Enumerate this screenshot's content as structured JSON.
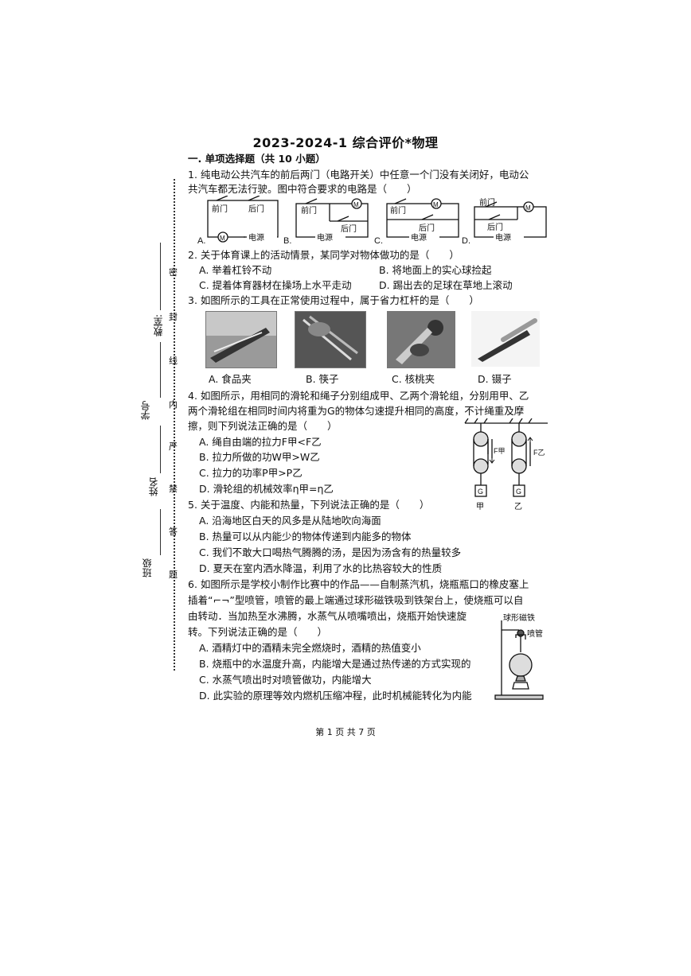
{
  "title": "2023-2024-1 综合评价*物理",
  "section1": "一. 单项选择题（共 10 小题）",
  "q1": {
    "line1": "1. 纯电动公共汽车的前后两门（电路开关）中任意一个门没有关闭好，电动公",
    "line2": "共汽车都无法行驶。图中符合要求的电路是（　　）",
    "front": "前门",
    "back": "后门",
    "power": "电源",
    "motor": "M",
    "opts": [
      "A.",
      "B.",
      "C.",
      "D."
    ]
  },
  "q2": {
    "stem": "2. 关于体育课上的活动情景，某同学对物体做功的是（　　）",
    "A": "A. 举着杠铃不动",
    "B": "B. 将地面上的实心球捡起",
    "C": "C. 提着体育器材在操场上水平走动",
    "D": "D. 踢出去的足球在草地上滚动"
  },
  "q3": {
    "stem": "3. 如图所示的工具在正常使用过程中，属于省力杠杆的是（　　）",
    "A": "A. 食品夹",
    "B": "B. 筷子",
    "C": "C. 核桃夹",
    "D": "D. 镊子"
  },
  "q4": {
    "line1": "4. 如图所示，用相同的滑轮和绳子分别组成甲、乙两个滑轮组，分别用甲、乙",
    "line2": "两个滑轮组在相同时间内将重为G的物体匀速提升相同的高度，不计绳重及摩",
    "line3": "擦，则下列说法正确的是（　　）",
    "A": "A. 绳自由端的拉力F甲<F乙",
    "B": "B. 拉力所做的功W甲>W乙",
    "C": "C. 拉力的功率P甲>P乙",
    "D": "D. 滑轮组的机械效率η甲=η乙",
    "f1": "F甲",
    "f2": "F乙",
    "g": "G",
    "jia": "甲",
    "yi": "乙"
  },
  "q5": {
    "stem": "5. 关于温度、内能和热量，下列说法正确的是（　　）",
    "A": "A. 沿海地区白天的风多是从陆地吹向海面",
    "B": "B. 热量可以从内能少的物体传递到内能多的物体",
    "C": "C. 我们不敢大口喝热气腾腾的汤，是因为汤含有的热量较多",
    "D": "D. 夏天在室内洒水降温，利用了水的比热容较大的性质"
  },
  "q6": {
    "line1": "6. 如图所示是学校小制作比赛中的作品——自制蒸汽机，烧瓶瓶口的橡皮塞上",
    "line2": "插着“⌐¬”型喷管，喷管的最上端通过球形磁铁吸到铁架台上，使烧瓶可以自",
    "line3": "由转动．当加热至水沸腾，水蒸气从喷嘴喷出，烧瓶开始快速旋",
    "line4": "转。下列说法正确的是（　　）",
    "A": "A. 酒精灯中的酒精未完全燃烧时，酒精的热值变小",
    "B": "B. 烧瓶中的水温度升高，内能增大是通过热传递的方式实现的",
    "C": "C. 水蒸气喷出时对喷管做功，内能增大",
    "D": "D. 此实验的原理等效内燃机压缩冲程，此时机械能转化为内能",
    "magnet": "球形磁铁",
    "nozzle": "喷管"
  },
  "side": {
    "classroom": "教室:",
    "number": "学号",
    "name": "姓名",
    "cls": "班级",
    "seal": [
      "密",
      "封",
      "线",
      "内",
      "严",
      "禁",
      "答",
      "题"
    ]
  },
  "page": "第 1 页 共 7 页"
}
